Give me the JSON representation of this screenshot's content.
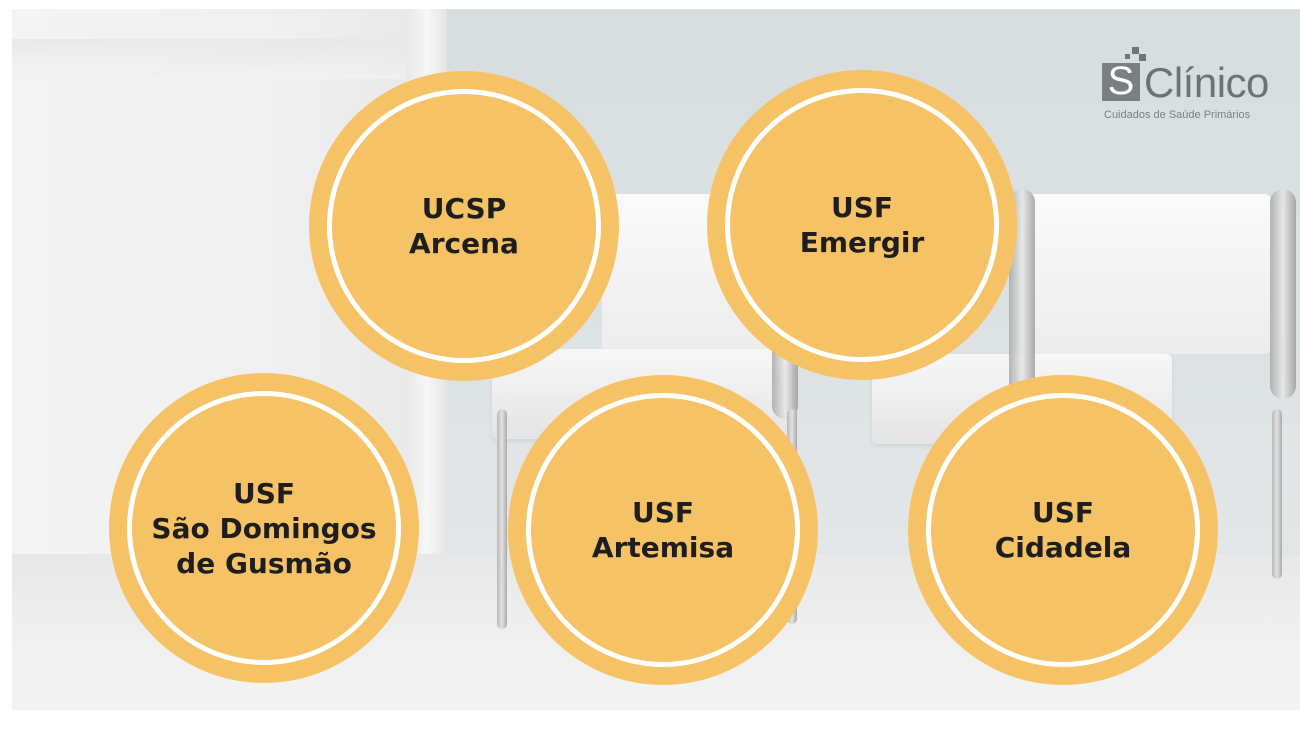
{
  "logo": {
    "mark_letter": "S",
    "name": "Clínico",
    "tagline": "Cuidados de Saúde Primários"
  },
  "units": [
    {
      "lines": [
        "UCSP",
        "Arcena"
      ]
    },
    {
      "lines": [
        "USF",
        "Emergir"
      ]
    },
    {
      "lines": [
        "USF",
        "São Domingos",
        "de Gusmão"
      ]
    },
    {
      "lines": [
        "USF",
        "Artemisa"
      ]
    },
    {
      "lines": [
        "USF",
        "Cidadela"
      ]
    }
  ],
  "colors": {
    "circle_fill": "#f6c266",
    "circle_ring": "#ffffff",
    "text": "#1e1e1e",
    "logo_grey": "#6d7276"
  }
}
